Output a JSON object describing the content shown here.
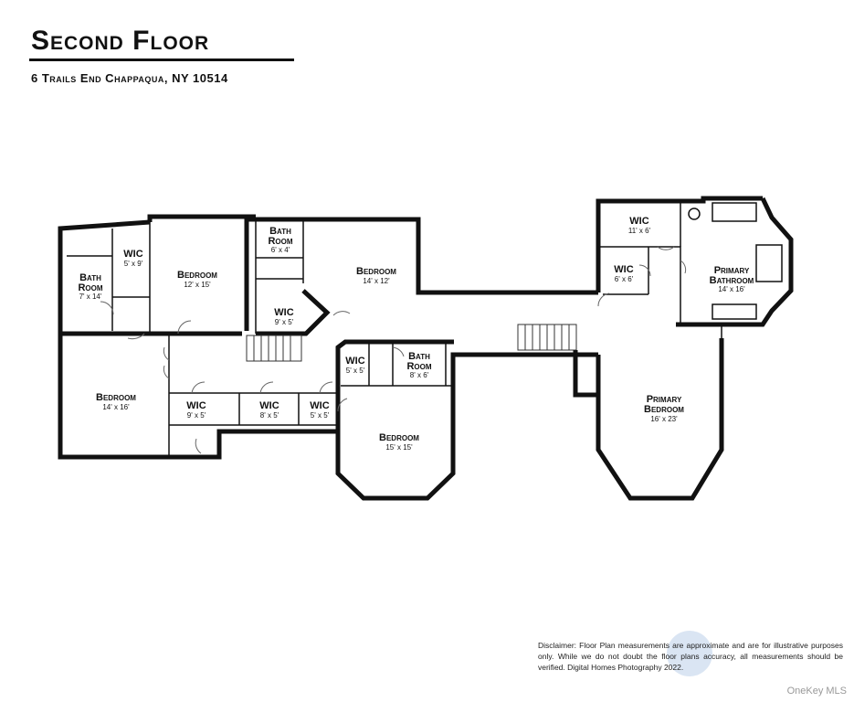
{
  "title": "Second Floor",
  "address": "6 Trails End Chappaqua, NY 10514",
  "rooms": {
    "bath_left": {
      "name": "Bath",
      "name2": "Room",
      "dim": "7' x 14'"
    },
    "wic_left": {
      "name": "WIC",
      "dim": "5' x 9'"
    },
    "bedroom_a": {
      "name": "Bedroom",
      "dim": "12' x 15'"
    },
    "bath_center": {
      "name": "Bath",
      "name2": "Room",
      "dim": "6' x 4'"
    },
    "wic_center": {
      "name": "WIC",
      "dim": "9' x 5'"
    },
    "bedroom_b": {
      "name": "Bedroom",
      "dim": "14' x 12'"
    },
    "bedroom_c": {
      "name": "Bedroom",
      "dim": "14' x 16'"
    },
    "wic_9x5": {
      "name": "WIC",
      "dim": "9' x 5'"
    },
    "wic_8x5": {
      "name": "WIC",
      "dim": "8' x 5'"
    },
    "wic_5x5_a": {
      "name": "WIC",
      "dim": "5' x 5'"
    },
    "wic_5x5_b": {
      "name": "WIC",
      "dim": "5' x 5'"
    },
    "bath_8x6": {
      "name": "Bath",
      "name2": "Room",
      "dim": "8' x 6'"
    },
    "bedroom_d": {
      "name": "Bedroom",
      "dim": "15' x 15'"
    },
    "wic_11x6": {
      "name": "WIC",
      "dim": "11' x 6'"
    },
    "wic_6x6": {
      "name": "WIC",
      "dim": "6' x 6'"
    },
    "primary_bath": {
      "name": "Primary",
      "name2": "Bathroom",
      "dim": "14' x 16'"
    },
    "primary_bed": {
      "name": "Primary",
      "name2": "Bedroom",
      "dim": "16' x 23'"
    }
  },
  "disclaimer": "Disclaimer: Floor Plan measurements are approximate and are for illustrative purposes only. While we do not doubt the floor plans accuracy, all measurements should be verified. Digital Homes Photography 2022.",
  "watermark": "OneKey MLS"
}
